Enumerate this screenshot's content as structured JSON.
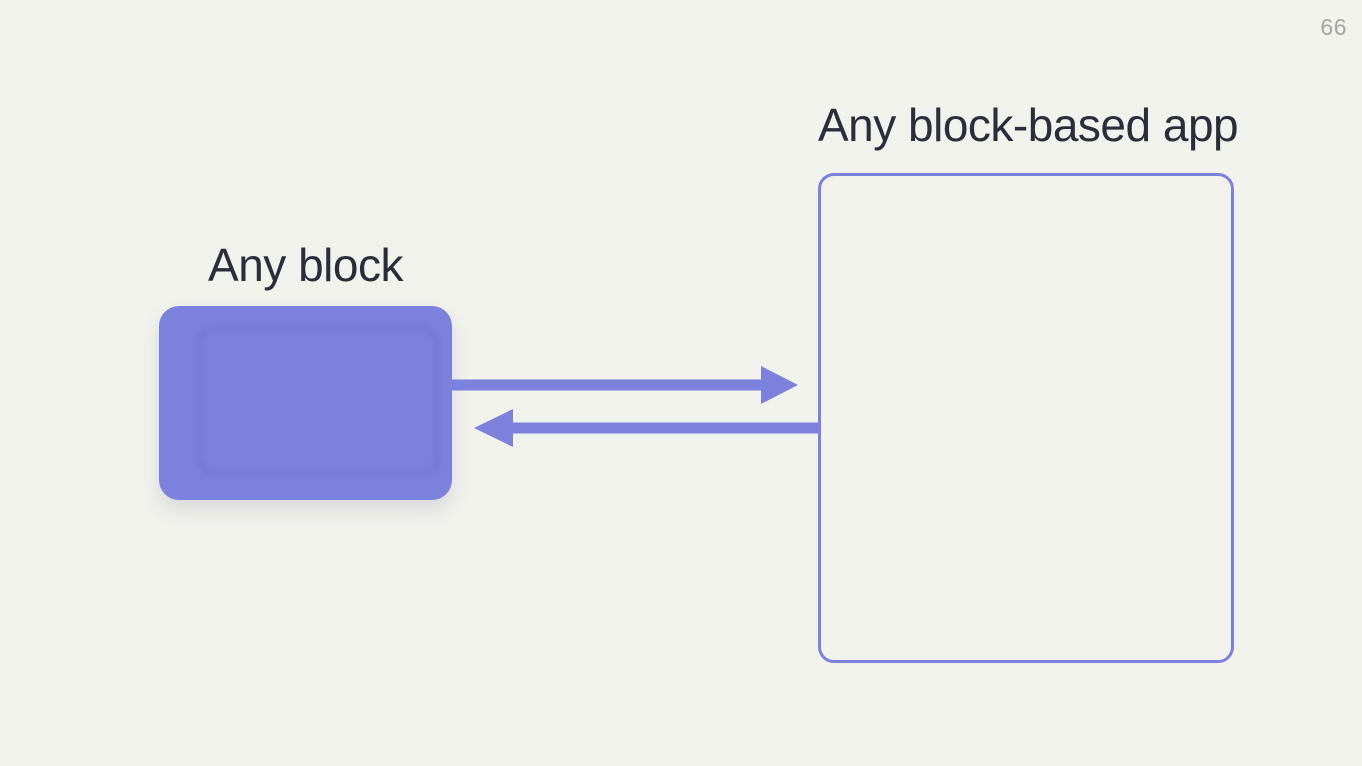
{
  "slide": {
    "page_number": "66",
    "title": "Any block-based app",
    "block_label": "Any block",
    "colors": {
      "background": "#f1f2ec",
      "accent_purple": "#7d81de",
      "text": "#2b2e3a",
      "page_number_gray": "#a6a5a1"
    },
    "arrows": [
      {
        "id": "block-to-app",
        "direction": "right",
        "from": "Any block",
        "to": "Any block-based app"
      },
      {
        "id": "app-to-block",
        "direction": "left",
        "from": "Any block-based app",
        "to": "Any block"
      }
    ]
  }
}
